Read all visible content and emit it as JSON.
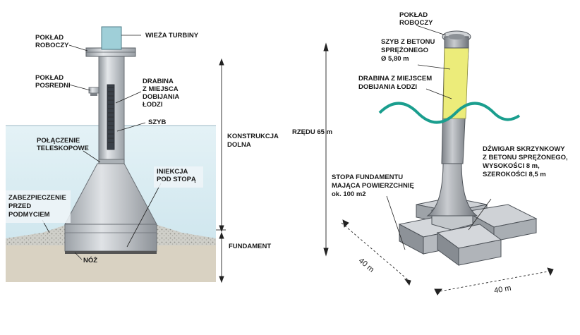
{
  "left": {
    "labels": {
      "work_deck": [
        "POKŁAD",
        "ROBOCZY"
      ],
      "turbine_tower": "WIEŻA TURBINY",
      "intermediate_deck": [
        "POKŁAD",
        "POSREDNI"
      ],
      "ladder": [
        "DRABINA",
        "Z MIEJSCA",
        "DOBIJANIA",
        "ŁODZI"
      ],
      "shaft": "SZYB",
      "telescopic": [
        "POŁĄCZENIE",
        "TELESKOPOWE"
      ],
      "injection": [
        "INIEKCJA",
        "POD STOPĄ"
      ],
      "scour": [
        "ZABEZPIECZENIE",
        "PRZED",
        "PODMYCIEM"
      ],
      "knife": "NÓŻ",
      "substructure": [
        "KONSTRUKCJA",
        "DOLNA"
      ],
      "foundation": "FUNDAMENT"
    }
  },
  "right": {
    "labels": {
      "work_deck": [
        "POKŁAD",
        "ROBOCZY"
      ],
      "shaft": [
        "SZYB Z BETONU",
        "SPRĘŻONEGO",
        "Ø 5,80 m"
      ],
      "ladder": [
        "DRABINA Z MIEJSCEM",
        "DOBIJANIA ŁODZI"
      ],
      "height": "RZĘDU 65 m",
      "box_girder": [
        "DŹWIGAR SKRZYNKOWY",
        "Z BETONU SPRĘŻONEGO,",
        "WYSOKOŚCI  8 m,",
        "SZEROKOŚCI 8,5 m"
      ],
      "base": [
        "STOPA FUNDAMENTU",
        "MAJĄCA POWIERZCHNIĘ",
        "ok.  100 m2"
      ],
      "dim_a": "40 m",
      "dim_b": "40 m"
    }
  },
  "colors": {
    "water": "#d8ebf1",
    "concrete": "#b9bec3",
    "tower_top": "#9fcfd8",
    "yellow": "#ecec7a",
    "wave": "#1a9e8e",
    "soil": "#d9d2c2"
  }
}
